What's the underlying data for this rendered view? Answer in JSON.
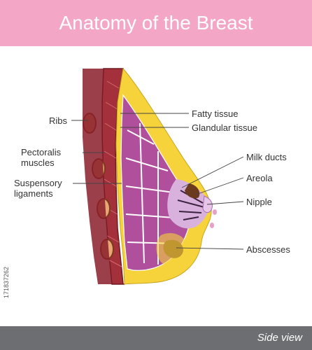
{
  "title": "Anatomy of the Breast",
  "footer": "Side view",
  "stock_id": "171837262",
  "labels": {
    "fatty_tissue": "Fatty tissue",
    "glandular_tissue": "Glandular tissue",
    "ribs": "Ribs",
    "pectoralis_line1": "Pectoralis",
    "pectoralis_line2": "muscles",
    "suspensory_line1": "Suspensory",
    "suspensory_line2": "ligaments",
    "milk_ducts": "Milk ducts",
    "areola": "Areola",
    "nipple": "Nipple",
    "abscesses": "Abscesses"
  },
  "colors": {
    "title_bar": "#f4a6c6",
    "footer_bar": "#6d6e71",
    "muscle": "#a3303a",
    "fat": "#f6d33a",
    "gland": "#b04f9b",
    "gland_light": "#c98cc8",
    "areola": "#d8b2dd",
    "abscess": "#6b3a1e"
  }
}
